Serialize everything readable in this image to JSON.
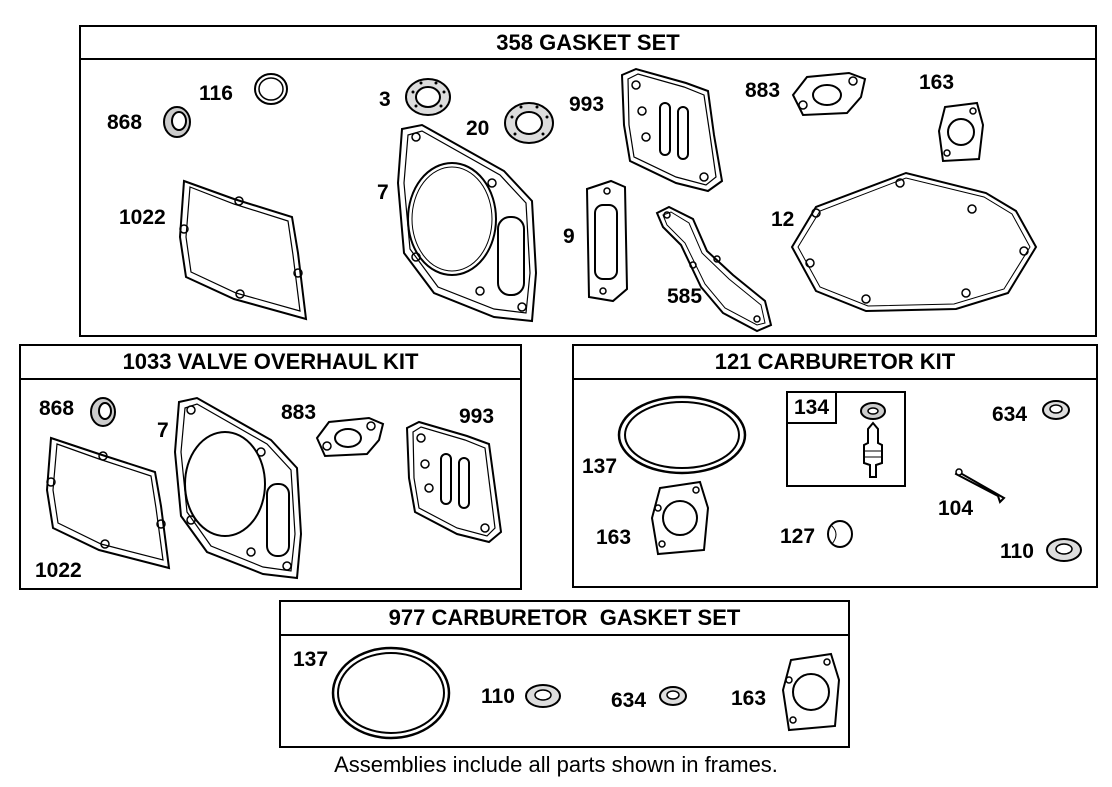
{
  "frames": {
    "gasket_set": {
      "title": "358 GASKET SET",
      "parts": [
        "116",
        "868",
        "3",
        "20",
        "993",
        "883",
        "163",
        "1022",
        "7",
        "9",
        "585",
        "12"
      ]
    },
    "valve_kit": {
      "title": "1033 VALVE OVERHAUL KIT",
      "parts": [
        "868",
        "7",
        "883",
        "993",
        "1022"
      ]
    },
    "carb_kit": {
      "title": "121 CARBURETOR KIT",
      "parts": [
        "134",
        "634",
        "137",
        "104",
        "163",
        "127",
        "110"
      ]
    },
    "carb_gasket_set": {
      "title": "977 CARBURETOR  GASKET SET",
      "parts": [
        "137",
        "110",
        "634",
        "163"
      ]
    }
  },
  "footer": "Assemblies include all parts shown in frames."
}
